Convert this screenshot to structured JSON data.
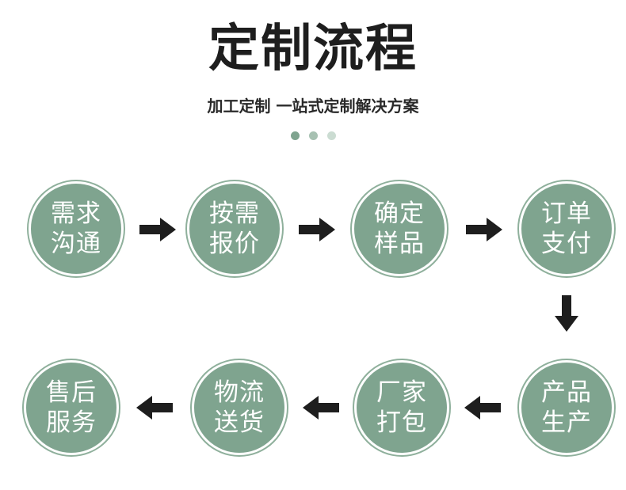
{
  "title": "定制流程",
  "subtitle": "加工定制 一站式定制解决方案",
  "colors": {
    "circle_fill": "#7fa48f",
    "circle_ring": "#8fb09c",
    "arrow": "#1e1e1e",
    "dots": [
      "#7fa48f",
      "#a7c1b2",
      "#cbdcd2"
    ]
  },
  "steps": [
    {
      "line1": "需求",
      "line2": "沟通"
    },
    {
      "line1": "按需",
      "line2": "报价"
    },
    {
      "line1": "确定",
      "line2": "样品"
    },
    {
      "line1": "订单",
      "line2": "支付"
    },
    {
      "line1": "产品",
      "line2": "生产"
    },
    {
      "line1": "厂家",
      "line2": "打包"
    },
    {
      "line1": "物流",
      "line2": "送货"
    },
    {
      "line1": "售后",
      "line2": "服务"
    }
  ]
}
